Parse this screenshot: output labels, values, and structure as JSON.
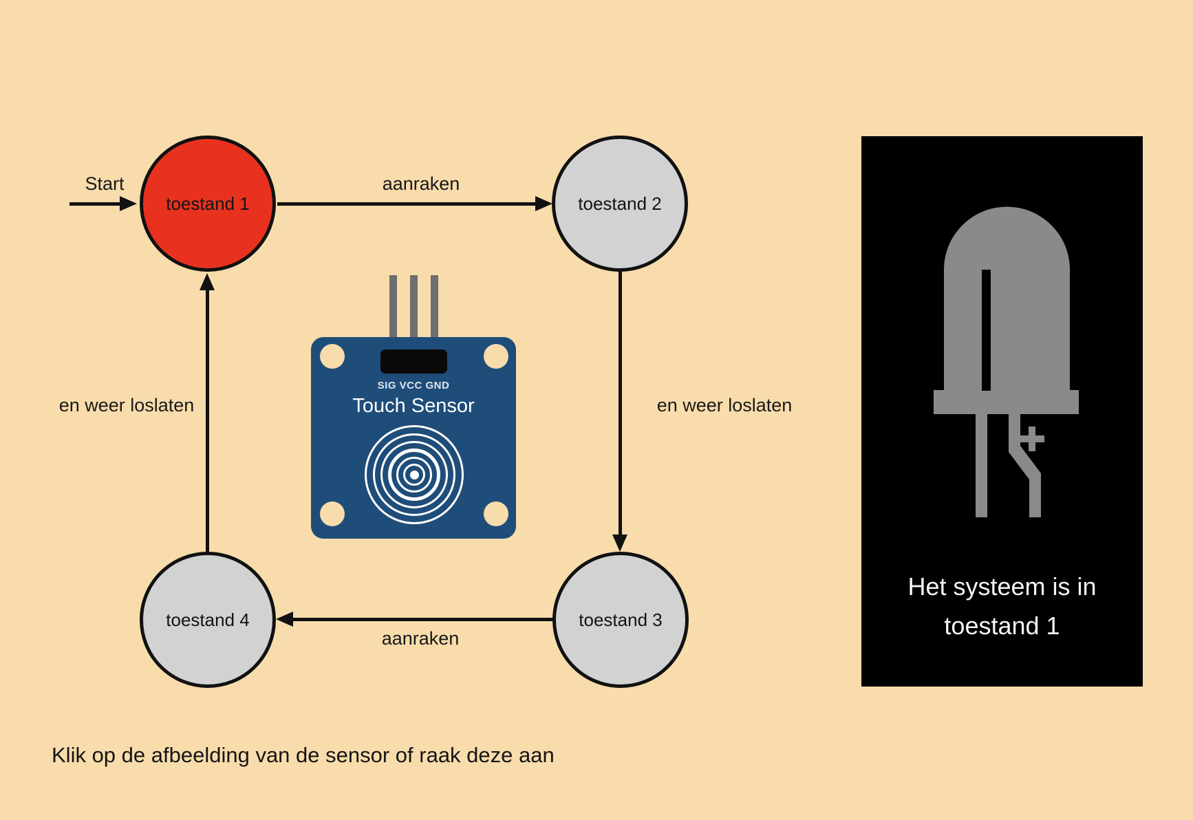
{
  "colors": {
    "background": "#f8dcac",
    "state-active": "#e8321f",
    "state-inactive": "#d2d2d2",
    "outline": "#111111",
    "pcb-blue": "#1f4d7a",
    "pin-gray": "#6e6e6e",
    "led-gray": "#8a8a8a",
    "display-bg": "#000000",
    "display-text": "#f5f5f5"
  },
  "diagram": {
    "start_label": "Start",
    "states": [
      {
        "label": "toestand 1",
        "active": true
      },
      {
        "label": "toestand 2",
        "active": false
      },
      {
        "label": "toestand 3",
        "active": false
      },
      {
        "label": "toestand 4",
        "active": false
      }
    ],
    "transitions": [
      {
        "from": "toestand 1",
        "to": "toestand 2",
        "label": "aanraken"
      },
      {
        "from": "toestand 2",
        "to": "toestand 3",
        "label": "en weer loslaten"
      },
      {
        "from": "toestand 3",
        "to": "toestand 4",
        "label": "aanraken"
      },
      {
        "from": "toestand 4",
        "to": "toestand 1",
        "label": "en weer loslaten"
      }
    ]
  },
  "sensor": {
    "pin_labels": "SIG VCC GND",
    "title": "Touch Sensor"
  },
  "display": {
    "status_line1": "Het systeem is in",
    "status_line2": "toestand 1"
  },
  "instruction": "Klik op de afbeelding van de sensor of raak deze aan"
}
